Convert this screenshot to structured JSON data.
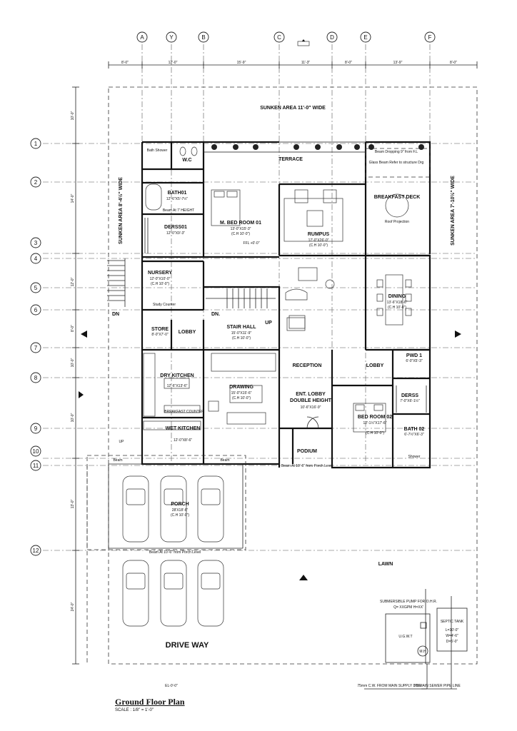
{
  "title": "Ground Floor Plan",
  "scale": "SCALE : 1/8\" = 1'-0\"",
  "grid_columns": [
    "A",
    "Y",
    "B",
    "C",
    "D",
    "E",
    "F"
  ],
  "grid_rows": [
    "1",
    "2",
    "3",
    "4",
    "5",
    "6",
    "7",
    "8",
    "9",
    "10",
    "11",
    "12"
  ],
  "sunken_top": "SUNKEN AREA 11'-0\" WIDE",
  "sunken_left": "SUNKEN AREA 8'-4½\" WIDE",
  "sunken_right": "SUNKEN AREA 7'-10½\" WIDE",
  "rooms": {
    "wc": "W.C",
    "bath_shower": "Bath Shower",
    "terrace": "TERRACE",
    "beam_note": "Beam Dropping 9\" from F.L",
    "glass_note": "Glass Beam Refer to structure Drg",
    "bath01": "BATH01",
    "bath01_dim": "12'-6\"X5'-7½\"",
    "bath01_beam": "Beam At 7' HEIGHT",
    "derss01": "DERSS01",
    "derss01_dim": "12'-0\"X9'-3\"",
    "mbed": "M. BED ROOM 01",
    "mbed_dim": "13'-0\"X15'-3\"",
    "mbed_ch": "(C.H 10'-0\")",
    "rumpus": "RUMPUS",
    "rumpus_dim": "17'-0\"X26'-0\"",
    "rumpus_ch": "(C.H 10'-0\")",
    "breakfast_deck": "BREAKFAST DECK",
    "roof_projection": "Roof Projection",
    "nursery": "NURSERY",
    "nursery_dim": "12'-0\"X10'-0\"",
    "nursery_ch": "(C.H 10'-0\")",
    "study_counter": "Study Counter",
    "dining": "DINING",
    "dining_dim": "13'-6\"X18'-6\"",
    "dining_ch": "(C.H 10'-0\")",
    "dn": "DN.",
    "dn2": "DN",
    "up": "UP",
    "up2": "UP",
    "store": "STORE",
    "store_dim": "8'-0\"X7'-0\"",
    "lobby1": "LOBBY",
    "stair_hall": "STAIR HALL",
    "stair_dim": "15'-0\"X11'-9\"",
    "stair_ch": "(C.H 10'-0\")",
    "reception": "RECEPTION",
    "lobby2": "LOBBY",
    "pwd": "PWD 1",
    "pwd_dim": "6'-0\"X5'-3\"",
    "dry_kitchen": "DRY KITCHEN",
    "dry_dim": "12'-6\"X13'-6\"",
    "breakfast_counter": "BREAKFAST COUNTER",
    "drawing": "DRAWING",
    "drawing_dim": "15'-0\"X15'-6\"",
    "drawing_ch": "(C.H 10'-0\")",
    "ent_lobby": "ENT. LOBBY",
    "double_height": "DOUBLE HEIGHT",
    "ent_dim": "10'-6\"X16'-9\"",
    "derss": "DERSS",
    "derss_dim": "7'-0\"X6'-1½\"",
    "bed02": "BED ROOM 02",
    "bed02_dim": "12'-1½\"X17'-6\"",
    "bed02_ch": "(C.H 10'-0\")",
    "bath02": "BATH 02",
    "bath02_dim": "6'-7½\"X6'-3\"",
    "shower": "Shower",
    "wet_kitchen": "WET KITCHEN",
    "wet_dim": "12'-0\"X8'-6\"",
    "podium": "PODIUM",
    "beam_porch": "Beam At 10'-6\" from Porch Level",
    "beam_bottom": "Beam At 10'-6\" from Porch Level",
    "porch": "PORCH",
    "porch_dim": "28'X18'-6\"",
    "porch_ch": "(C.H 10'-0\")",
    "lawn": "LAWN",
    "drive_way": "DRIVE WAY",
    "submersible": "SUBMERSIBLE PUMP FOR O.H.R.",
    "submersible_q": "Q= XXGPM H=XX'",
    "ugwt": "U.G.W.T",
    "septic": "SEPTIC TANK",
    "septic_l": "L=10'-0\"",
    "septic_w": "W=4'-6\"",
    "septic_d": "D=5'-0\"",
    "main_supply": "75mm C.W. FROM MAIN SUPPLY LINE",
    "main_sewer": "TO MAIN SEWER PIPE LINE",
    "mh": "M.H",
    "beam": "Beam",
    "beam2": "Beam",
    "level": "FFL +0'-0\"",
    "level_el": "EL-0'-0\""
  },
  "top_dims": [
    "8'-0\"",
    "12'-0\"",
    "15'-9\"",
    "11'-3\"",
    "8'-0\"",
    "13'-9\"",
    "8'-0\""
  ],
  "left_dims": [
    "10'-0\"",
    "14'-0\"",
    "12'-0\"",
    "8'-0\"",
    "10'-0\"",
    "10'-0\"",
    "13'-0\"",
    "24'-0\""
  ]
}
